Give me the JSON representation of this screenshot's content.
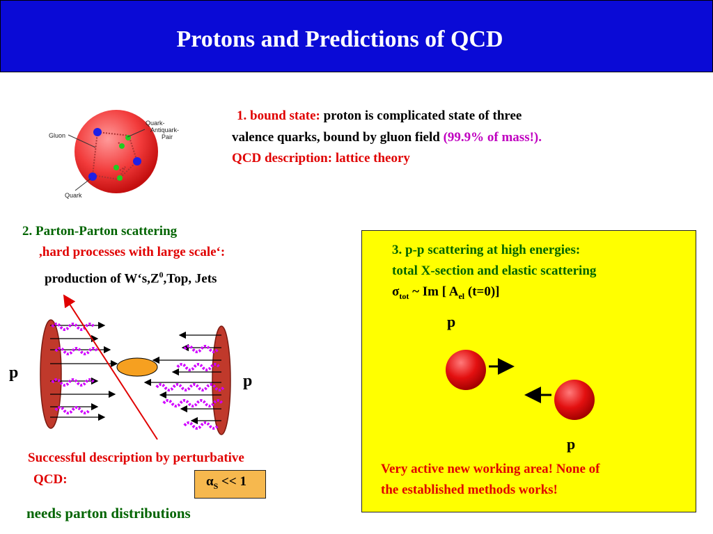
{
  "title": "Protons and Predictions of  QCD",
  "proton_diagram": {
    "gluon_label": "Gluon",
    "pair_label_1": "Quark-",
    "pair_label_2": "Antiquark-",
    "pair_label_3": "Pair",
    "quark_label": "Quark"
  },
  "section1": {
    "number": "1. bound state:",
    "line1_rest": " proton is complicated state of three",
    "line2": "valence quarks, bound by gluon field ",
    "mass": "(99.9% of mass!).",
    "line3": "QCD description: lattice theory"
  },
  "section2": {
    "heading": "2. Parton-Parton scattering",
    "subheading": ",hard processes with large scale‘:",
    "production": "production  of  W‘s,Z",
    "z_sup": "0",
    "production_rest": ",Top, Jets",
    "p_left": "p",
    "p_right": "p",
    "success_line1": "Successful description by perturbative",
    "success_line2": "QCD:",
    "alpha_symbol": "α",
    "alpha_sub": "S",
    "alpha_rest": " << 1",
    "needs": "needs parton distributions"
  },
  "section3": {
    "heading": "3. p-p scattering at high energies:",
    "line2": "total X-section and elastic scattering",
    "sigma": "σ",
    "sigma_sub": "tot",
    "sigma_mid": " ~ Im [ A",
    "a_sub": "el",
    "sigma_rest": " (t=0)]",
    "p_top": "p",
    "p_bottom": "p",
    "note_line1": "Very  active new working area! None of",
    "note_line2": "the established methods works!"
  },
  "colors": {
    "title_bg": "#0a0ad6",
    "heading_green": "#006400",
    "emphasis_red": "#e00000",
    "magenta": "#c000c0",
    "box_yellow": "#ffff00",
    "alpha_box": "#f6b84e"
  }
}
